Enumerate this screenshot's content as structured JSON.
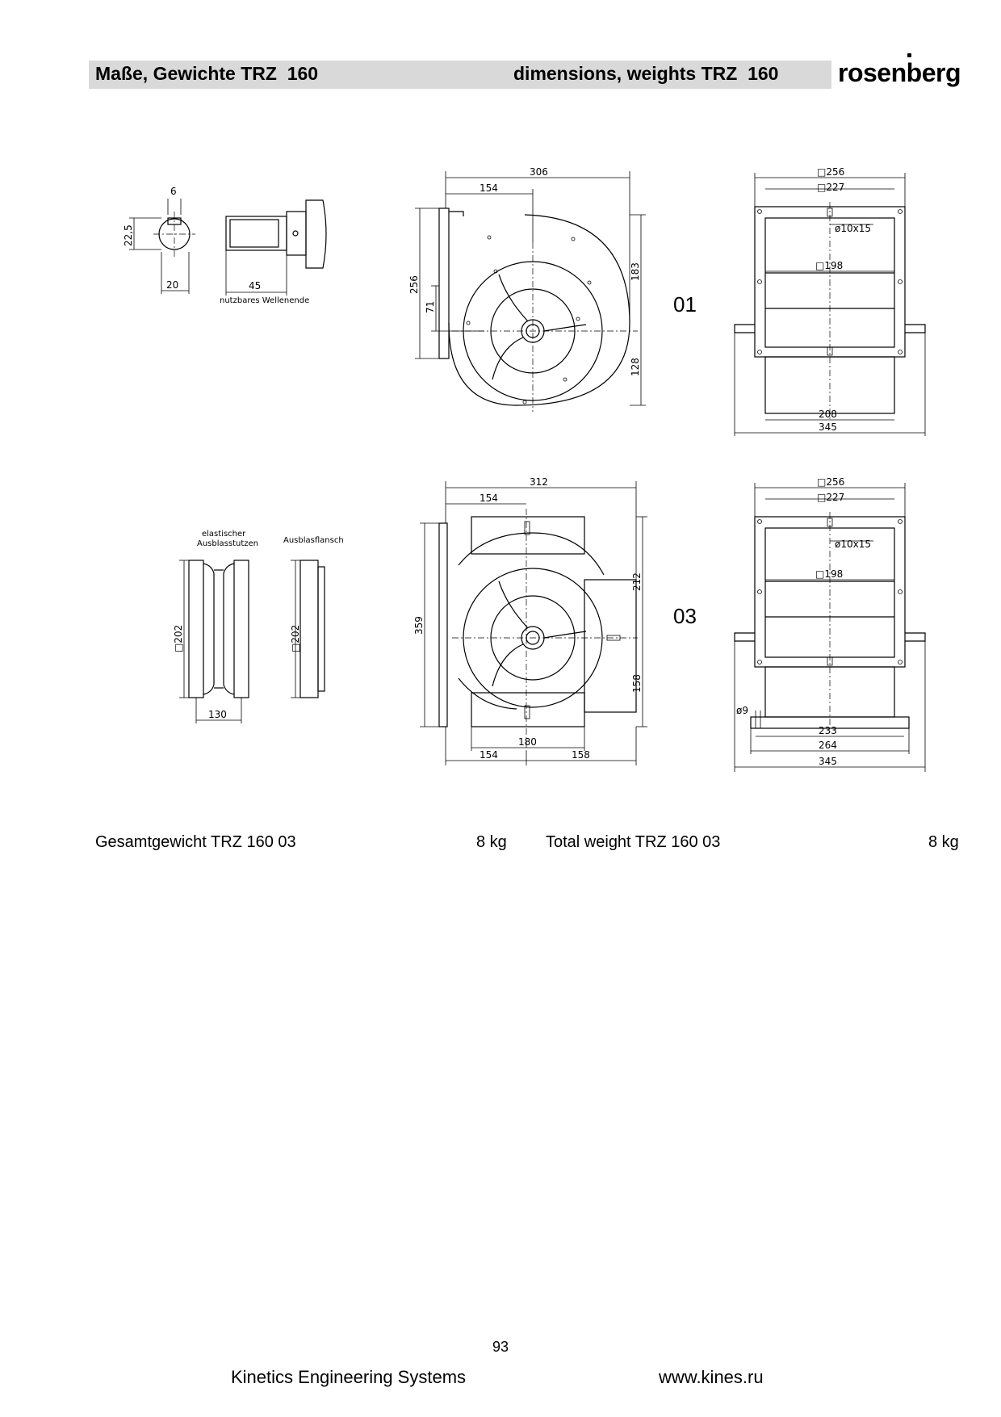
{
  "header": {
    "title_de": "Maße, Gewichte TRZ  160",
    "title_en": "dimensions, weights TRZ  160",
    "logo": "rosenberg"
  },
  "drawings": {
    "shaft": {
      "dim_keyway": "6",
      "dim_height": "22,5",
      "dim_diameter": "20",
      "dim_length": "45",
      "caption": "nutzbares Wellenende"
    },
    "flange": {
      "caption_elastic": "elastischer",
      "caption_elastic2": "Ausblasstutzen",
      "caption_flange": "Ausblasflansch",
      "dim_square_a": "□202",
      "dim_square_b": "□202",
      "dim_130": "130"
    },
    "variant_01": {
      "label": "01",
      "side": {
        "d306": "306",
        "d154": "154",
        "d256": "256",
        "d71": "71",
        "d183": "183",
        "d128": "128"
      },
      "front": {
        "d256": "□256",
        "d227": "□227",
        "hole": "ø10x15",
        "d198": "□198",
        "d208": "208",
        "d345": "345"
      }
    },
    "variant_03": {
      "label": "03",
      "side": {
        "d312": "312",
        "d154": "154",
        "d359": "359",
        "d212": "212",
        "d158": "158",
        "d180": "180",
        "d154b": "154",
        "d158b": "158"
      },
      "front": {
        "d256": "□256",
        "d227": "□227",
        "hole": "ø10x15",
        "d198": "□198",
        "d9": "ø9",
        "d233": "233",
        "d264": "264",
        "d345": "345"
      }
    }
  },
  "weights": {
    "de_label": "Gesamtgewicht TRZ 160 03",
    "de_value": "8 kg",
    "en_label": "Total weight TRZ 160 03",
    "en_value": "8 kg"
  },
  "page_number": "93",
  "footer": {
    "company": "Kinetics Engineering Systems",
    "website": "www.kines.ru"
  }
}
